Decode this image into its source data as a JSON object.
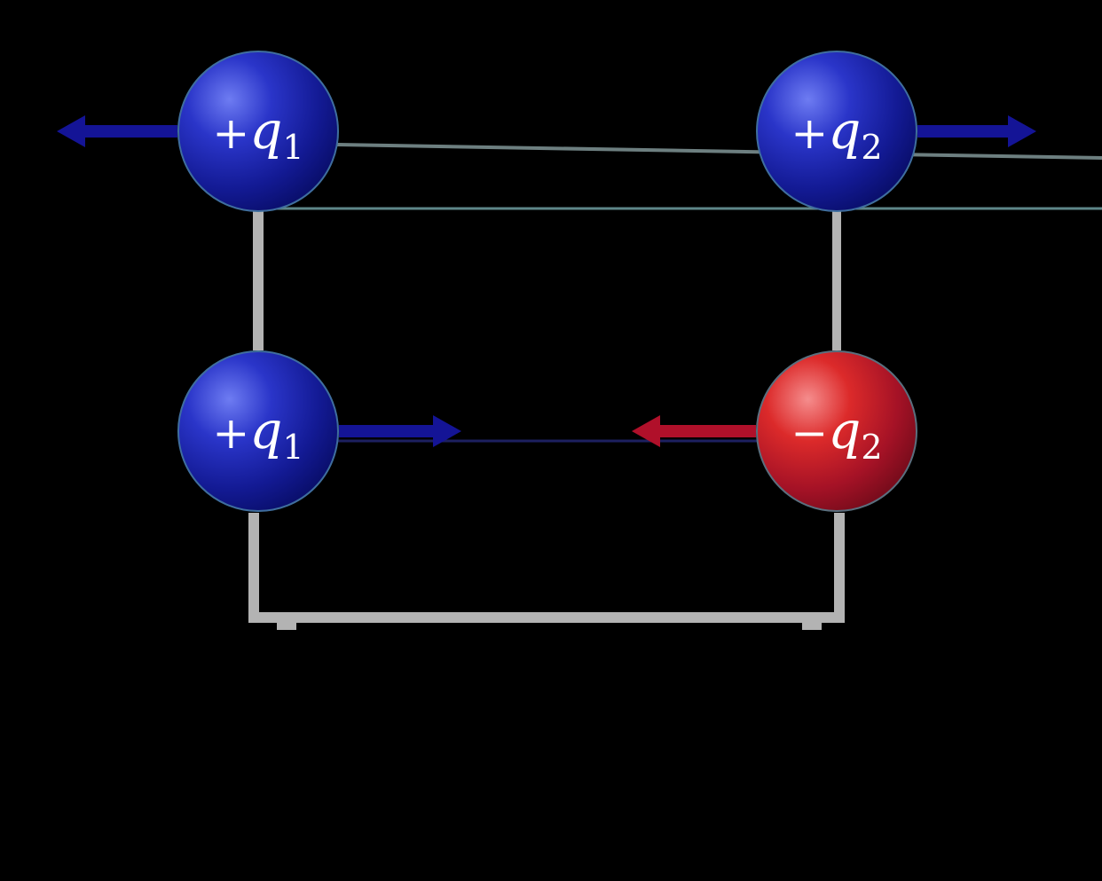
{
  "charges": [
    {
      "id": "top-left",
      "sign": "+",
      "letter": "q",
      "index": "1",
      "color": "blue"
    },
    {
      "id": "top-right",
      "sign": "+",
      "letter": "q",
      "index": "2",
      "color": "blue"
    },
    {
      "id": "bottom-left",
      "sign": "+",
      "letter": "q",
      "index": "1",
      "color": "blue"
    },
    {
      "id": "bottom-right",
      "sign": "−",
      "letter": "q",
      "index": "2",
      "color": "red"
    }
  ],
  "forces": [
    {
      "on": "top-left",
      "direction": "left",
      "meaning": "repulsion"
    },
    {
      "on": "top-right",
      "direction": "right",
      "meaning": "repulsion"
    },
    {
      "on": "bottom-left",
      "direction": "right",
      "meaning": "attraction"
    },
    {
      "on": "bottom-right",
      "direction": "left",
      "meaning": "attraction"
    }
  ],
  "colors": {
    "background": "#000000",
    "positive": "#1f2fb8",
    "negative": "#c61f2a",
    "force_positive": "#141496",
    "force_negative": "#b0102a",
    "connector": "#b3b3b3"
  }
}
